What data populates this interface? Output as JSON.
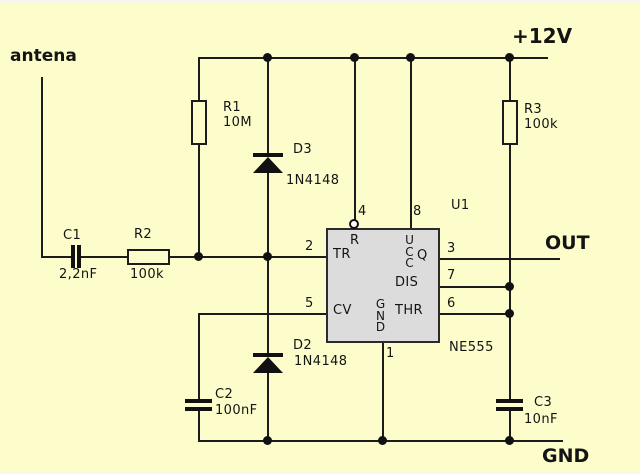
{
  "labels": {
    "antenna": "antena",
    "supply": "+12V",
    "out": "OUT",
    "ground": "GND"
  },
  "components": {
    "c1": {
      "ref": "C1",
      "value": "2,2nF"
    },
    "r2": {
      "ref": "R2",
      "value": "100k"
    },
    "r1": {
      "ref": "R1",
      "value": "10M"
    },
    "r3": {
      "ref": "R3",
      "value": "100k"
    },
    "d3": {
      "ref": "D3",
      "value": "1N4148"
    },
    "d2": {
      "ref": "D2",
      "value": "1N4148"
    },
    "c2": {
      "ref": "C2",
      "value": "100nF"
    },
    "c3": {
      "ref": "C3",
      "value": "10nF"
    }
  },
  "ic": {
    "designator": "U1",
    "part_number": "NE555",
    "pins": {
      "trigger": {
        "number": "2",
        "label": "TR"
      },
      "control": {
        "number": "5",
        "label": "CV"
      },
      "reset": {
        "number": "4",
        "label": "R"
      },
      "vcc": {
        "number": "8",
        "label": "UCC"
      },
      "output": {
        "number": "3",
        "label": "Q"
      },
      "discharge": {
        "number": "7",
        "label": "DIS"
      },
      "threshold": {
        "number": "6",
        "label": "THR"
      },
      "ground": {
        "number": "1",
        "label": "GND"
      }
    }
  },
  "colors": {
    "background": "#fdfccb",
    "wire": "#1c1c1c",
    "ic_fill": "#dcdcdc"
  }
}
